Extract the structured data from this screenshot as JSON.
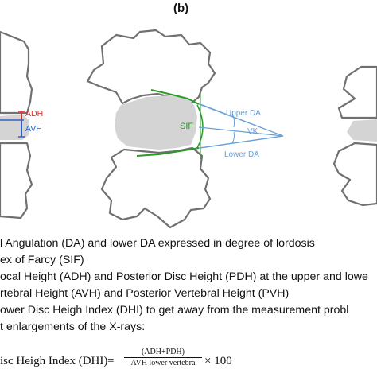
{
  "panel_label": "(b)",
  "diagram": {
    "left_labels": {
      "adh": "ADH",
      "avh": "AVH"
    },
    "center_labels": {
      "sif": "SIF",
      "upper_da": "Upper DA",
      "vk": "VK",
      "lower_da": "Lower DA"
    },
    "colors": {
      "adh": "#e03030",
      "avh": "#3060c8",
      "sif": "#2a9a2a",
      "angle_lines": "#6aa0d8",
      "disc": "#d4d4d4",
      "bone_outline": "#707070"
    }
  },
  "legend": [
    "l Angulation (DA) and lower DA expressed in degree of lordosis",
    "ex of Farcy (SIF)",
    "ocal Height (ADH) and Posterior Disc Height (PDH) at the upper and lowe",
    "rtebral Height (AVH) and Posterior Vertebral Height (PVH)",
    "ower Disc Heigh Index (DHI) to get away from the measurement probl",
    "t enlargements of the X-rays:"
  ],
  "formula": {
    "lhs": "isc Heigh Index (DHI)",
    "eq": "=",
    "numerator": "(ADH+PDH)",
    "denominator": "AVH  lower vertebra",
    "times": "× 100"
  }
}
